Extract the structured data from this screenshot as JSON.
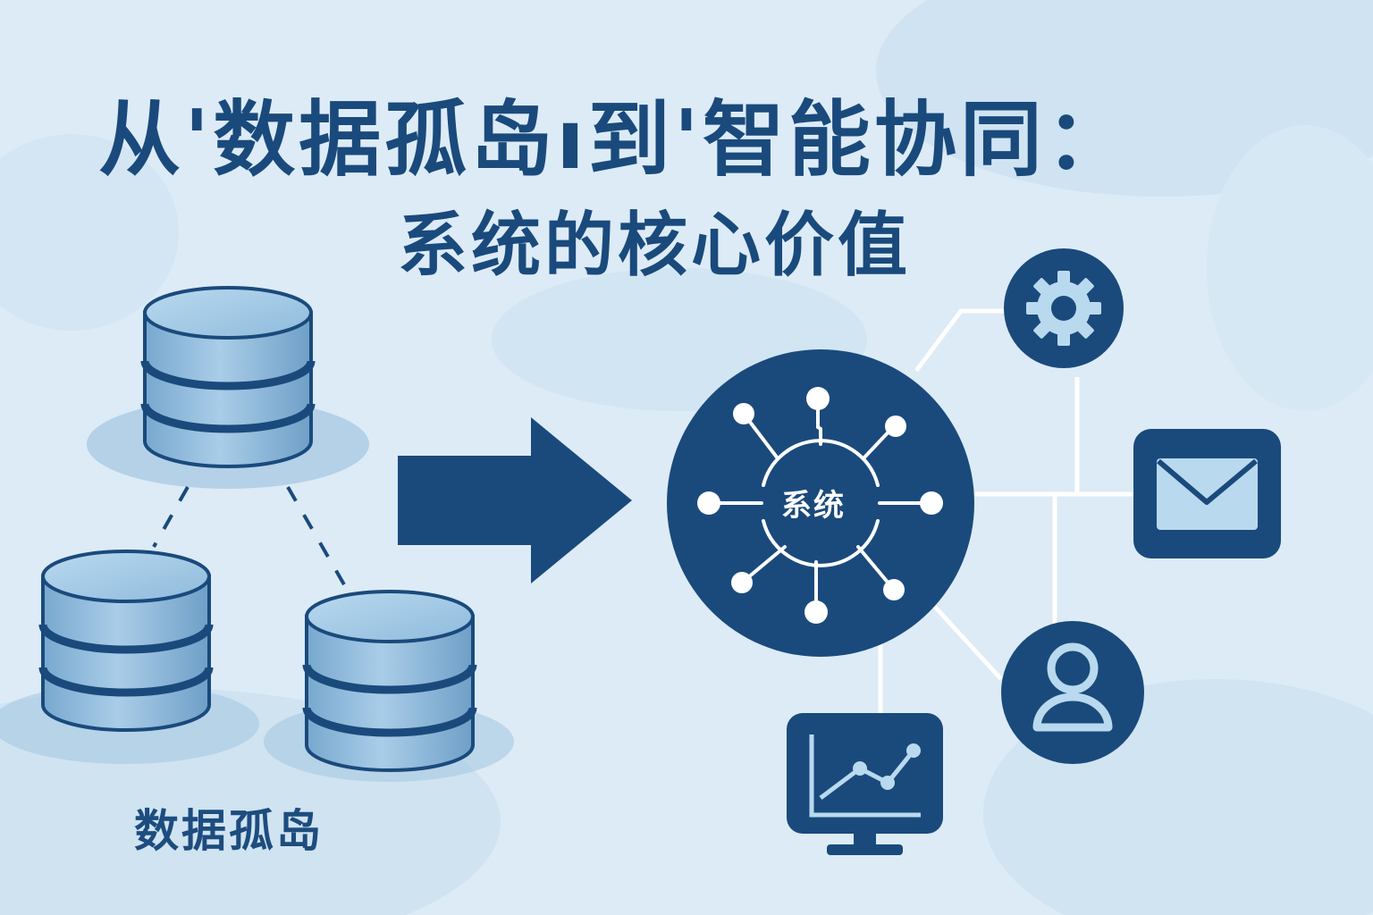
{
  "title": {
    "line1": "从'数据孤岛ı到'智能协同：",
    "line2": "系统的核心价值"
  },
  "silos": {
    "label": "数据孤岛",
    "icon": "database-icon"
  },
  "hub": {
    "label": "系统",
    "icon": "network-hub-icon"
  },
  "modules": [
    {
      "icon": "gear-icon"
    },
    {
      "icon": "mail-icon"
    },
    {
      "icon": "user-icon"
    },
    {
      "icon": "monitor-chart-icon"
    }
  ],
  "colors": {
    "background": "#dcebf6",
    "primary": "#1a4a7c",
    "cylinder": "#8cb8da",
    "connector": "#ffffff"
  }
}
